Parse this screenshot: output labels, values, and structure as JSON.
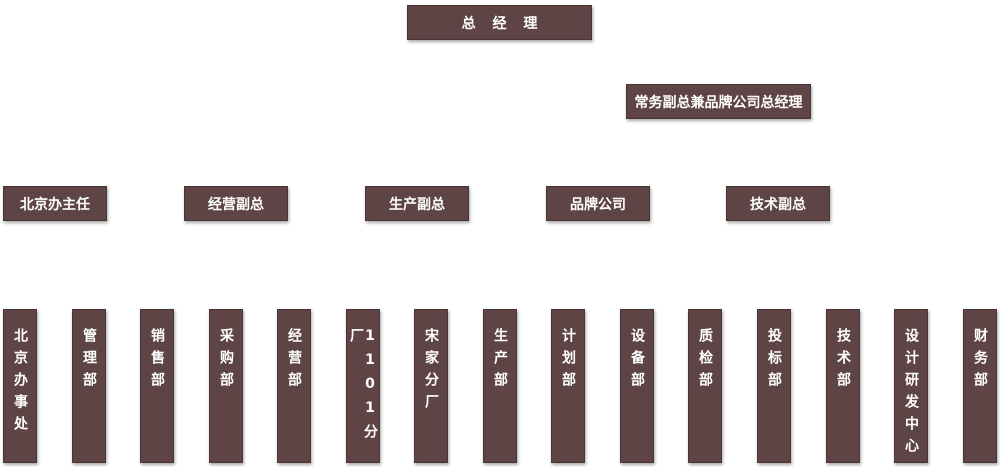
{
  "colors": {
    "box_fill": "#5e4445",
    "box_text": "#ffffff"
  },
  "chart": {
    "ceo": "总 经 理",
    "deputy_brand_gm": "常务副总兼品牌公司总经理",
    "managers": [
      "北京办主任",
      "经营副总",
      "生产副总",
      "品牌公司",
      "技术副总"
    ],
    "departments": [
      "北京办事处",
      "管理部",
      "销售部",
      "采购部",
      "经营部",
      "1101分厂",
      "宋家分厂",
      "生产部",
      "计划部",
      "设备部",
      "质检部",
      "投标部",
      "技术部",
      "设计研发中心",
      "财务部"
    ]
  }
}
